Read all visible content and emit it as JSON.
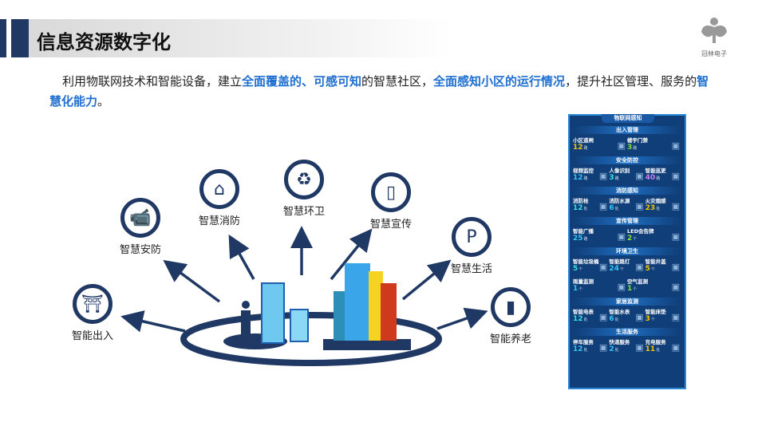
{
  "header": {
    "title": "信息资源数字化"
  },
  "logo": {
    "text": "冠林电子"
  },
  "intro": {
    "p1": "利用物联网技术和智能设备，建立",
    "h1": "全面覆盖的、可感可知",
    "p2": "的智慧社区，",
    "h2": "全面感知小区的运行情况",
    "p3": "，提升社区管理、服务的",
    "h3": "智慧化能力",
    "p4": "。"
  },
  "nodes": [
    {
      "label": "智能出入",
      "icon": "door-gate-icon"
    },
    {
      "label": "智慧安防",
      "icon": "cctv-camera-icon"
    },
    {
      "label": "智慧消防",
      "icon": "house-icon"
    },
    {
      "label": "智慧环卫",
      "icon": "recycle-bin-icon"
    },
    {
      "label": "智慧宣传",
      "icon": "billboard-icon"
    },
    {
      "label": "智慧生活",
      "icon": "parking-icon"
    },
    {
      "label": "智能养老",
      "icon": "battery-icon"
    }
  ],
  "panel": {
    "title": "物联网感知",
    "sections": [
      {
        "title": "出入管理",
        "rows": [
          [
            {
              "name": "小区道闸",
              "value": "12",
              "unit": "路",
              "color": "#f5c400"
            },
            {
              "name": "楼宇门禁",
              "value": "3",
              "unit": "路",
              "color": "#7ee23a"
            }
          ]
        ]
      },
      {
        "title": "安全防控",
        "rows": [
          [
            {
              "name": "视频监控",
              "value": "12",
              "unit": "路",
              "color": "#36c6f4"
            },
            {
              "name": "人像识别",
              "value": "3",
              "unit": "路",
              "color": "#36e0e6"
            },
            {
              "name": "智能巡更",
              "value": "40",
              "unit": "路",
              "color": "#d07cf0"
            }
          ]
        ]
      },
      {
        "title": "消防感知",
        "rows": [
          [
            {
              "name": "消防栓",
              "value": "12",
              "unit": "处",
              "color": "#36e0e6"
            },
            {
              "name": "消防水源",
              "value": "6",
              "unit": "处",
              "color": "#36c6f4"
            },
            {
              "name": "火灾烟感",
              "value": "23",
              "unit": "处",
              "color": "#f5c400"
            }
          ]
        ]
      },
      {
        "title": "宣传管理",
        "rows": [
          [
            {
              "name": "智能广播",
              "value": "25",
              "unit": "路",
              "color": "#36c6f4"
            },
            {
              "name": "LED会告牌",
              "value": "2",
              "unit": "个",
              "color": "#7ee23a"
            }
          ]
        ]
      },
      {
        "title": "环境卫生",
        "rows": [
          [
            {
              "name": "智能垃圾桶",
              "value": "5",
              "unit": "个",
              "color": "#36e0e6"
            },
            {
              "name": "智能路灯",
              "value": "24",
              "unit": "个",
              "color": "#36c6f4"
            },
            {
              "name": "智能井盖",
              "value": "5",
              "unit": "个",
              "color": "#f5c400"
            }
          ],
          [
            {
              "name": "雨量监测",
              "value": "1",
              "unit": "个",
              "color": "#36c6f4"
            },
            {
              "name": "空气监测",
              "value": "1",
              "unit": "个",
              "color": "#7ee23a"
            }
          ]
        ]
      },
      {
        "title": "家居监测",
        "rows": [
          [
            {
              "name": "智能电表",
              "value": "12",
              "unit": "处",
              "color": "#36e0e6"
            },
            {
              "name": "智能水表",
              "value": "6",
              "unit": "处",
              "color": "#36c6f4"
            },
            {
              "name": "智能床垫",
              "value": "3",
              "unit": "个",
              "color": "#f5c400"
            }
          ]
        ]
      },
      {
        "title": "生活服务",
        "rows": [
          [
            {
              "name": "停车服务",
              "value": "12",
              "unit": "处",
              "color": "#36c6f4"
            },
            {
              "name": "快递服务",
              "value": "2",
              "unit": "处",
              "color": "#36c6f4"
            },
            {
              "name": "充电服务",
              "value": "11",
              "unit": "处",
              "color": "#f5c400"
            }
          ]
        ]
      }
    ]
  }
}
